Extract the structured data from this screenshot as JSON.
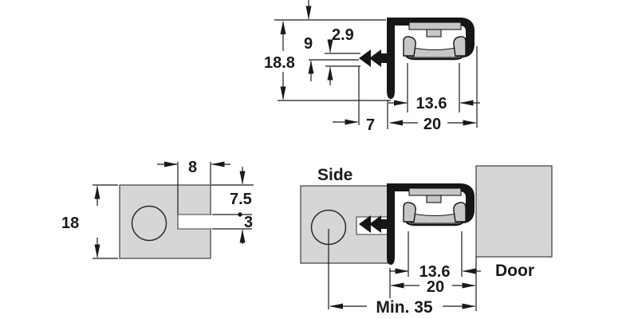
{
  "drawing": {
    "kind": "technical dimension drawing of a profile fitting",
    "profile_detail_view": {
      "d18_8": "18.8",
      "d9": "9",
      "d2_9": "2.9",
      "d7": "7",
      "d13_6": "13.6",
      "d20": "20"
    },
    "plate_view": {
      "d8": "8",
      "d7_5": "7.5",
      "d3": "3",
      "d18": "18"
    },
    "installation_view": {
      "side_label": "Side",
      "door_label": "Door",
      "d13_6": "13.6",
      "d20": "20",
      "min_35": "Min. 35"
    },
    "colors": {
      "panel_gray": "#d5d7d6",
      "fitting_gray": "#c6c8c7",
      "line_black": "#1a1a1a",
      "profile_black": "#161616"
    }
  }
}
